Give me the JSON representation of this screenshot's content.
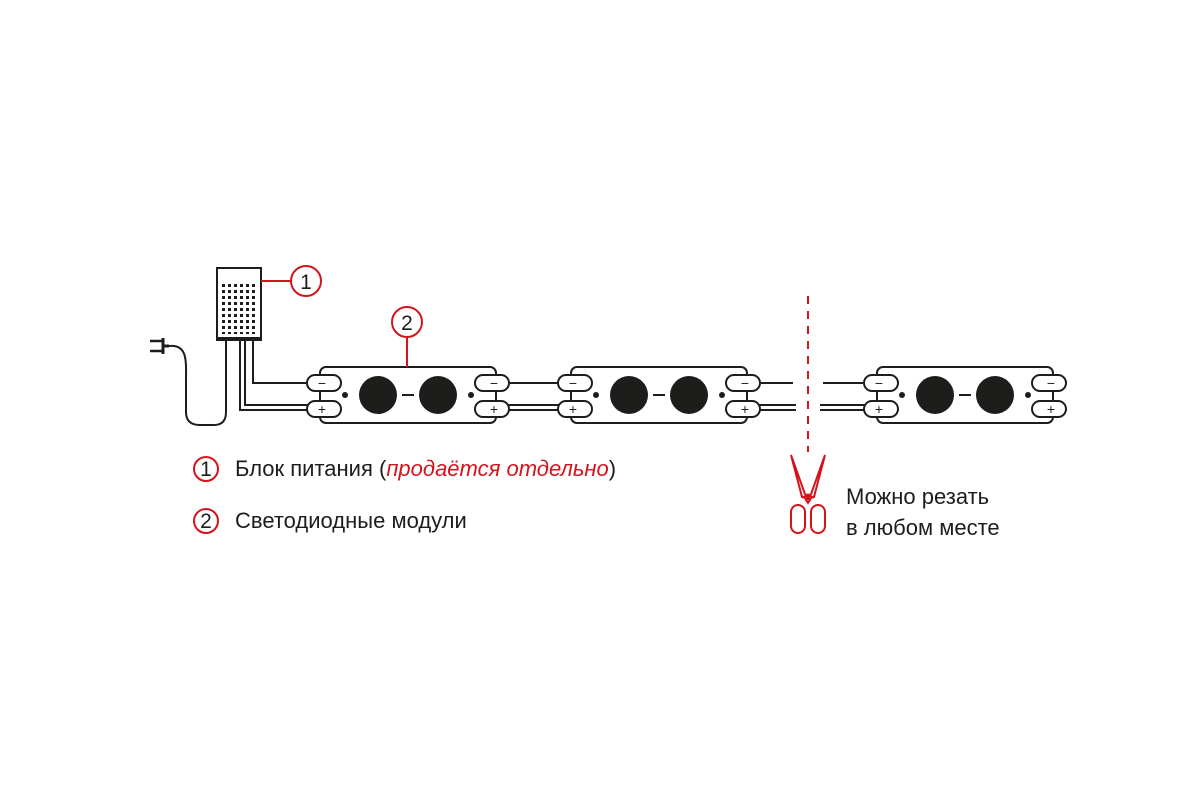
{
  "colors": {
    "accent": "#d3141c",
    "ink": "#1d1d1b"
  },
  "callouts": [
    {
      "number": "1",
      "target": "power-supply"
    },
    {
      "number": "2",
      "target": "led-module"
    }
  ],
  "modules": [
    {
      "minus_label": "−",
      "plus_label": "+"
    },
    {
      "minus_label": "−",
      "plus_label": "+"
    },
    {
      "minus_label": "−",
      "plus_label": "+"
    }
  ],
  "legend": {
    "item1": {
      "number": "1",
      "text": "Блок питания",
      "open_paren": " (",
      "note": "продаётся отдельно",
      "close_paren": ")"
    },
    "item2": {
      "number": "2",
      "text": "Светодиодные модули"
    }
  },
  "cut": {
    "icon": "scissors-icon",
    "line1": "Можно резать",
    "line2": "в любом месте"
  }
}
